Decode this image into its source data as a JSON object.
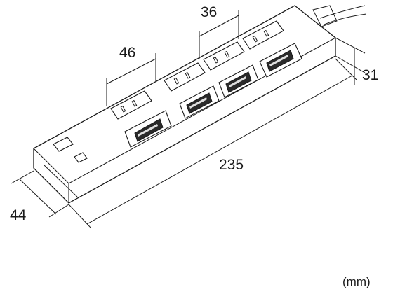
{
  "dimensions": {
    "outlet_pitch_left": "46",
    "outlet_pitch_right": "36",
    "height": "31",
    "length": "235",
    "width": "44"
  },
  "unit_label": "(mm)"
}
